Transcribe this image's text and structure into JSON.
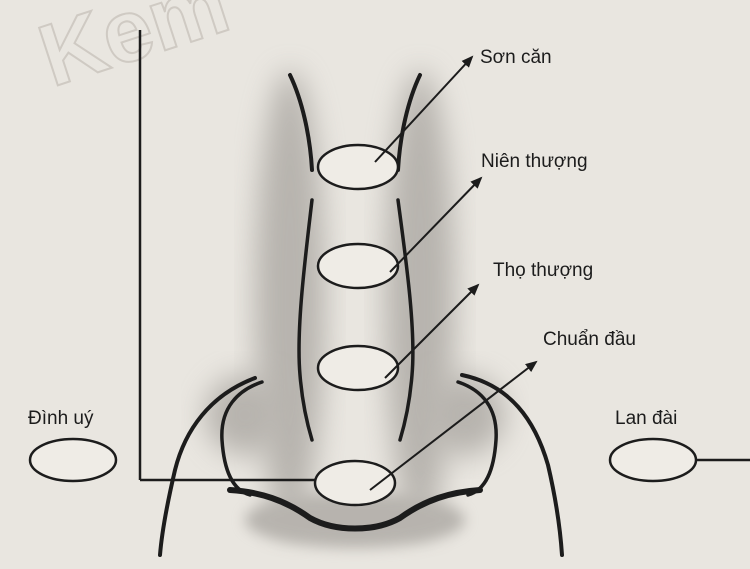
{
  "diagram": {
    "watermark": "Kem",
    "labels": {
      "son_can": "Sơn căn",
      "nien_thuong": "Niên thượng",
      "tho_thuong": "Thọ thượng",
      "chuan_dau": "Chuẩn đầu",
      "dinh_uy": "Đình uý",
      "lan_dai": "Lan đài"
    },
    "colors": {
      "background": "#e9e6e0",
      "ink": "#1c1c1c",
      "shading": "#8f8b86"
    }
  }
}
